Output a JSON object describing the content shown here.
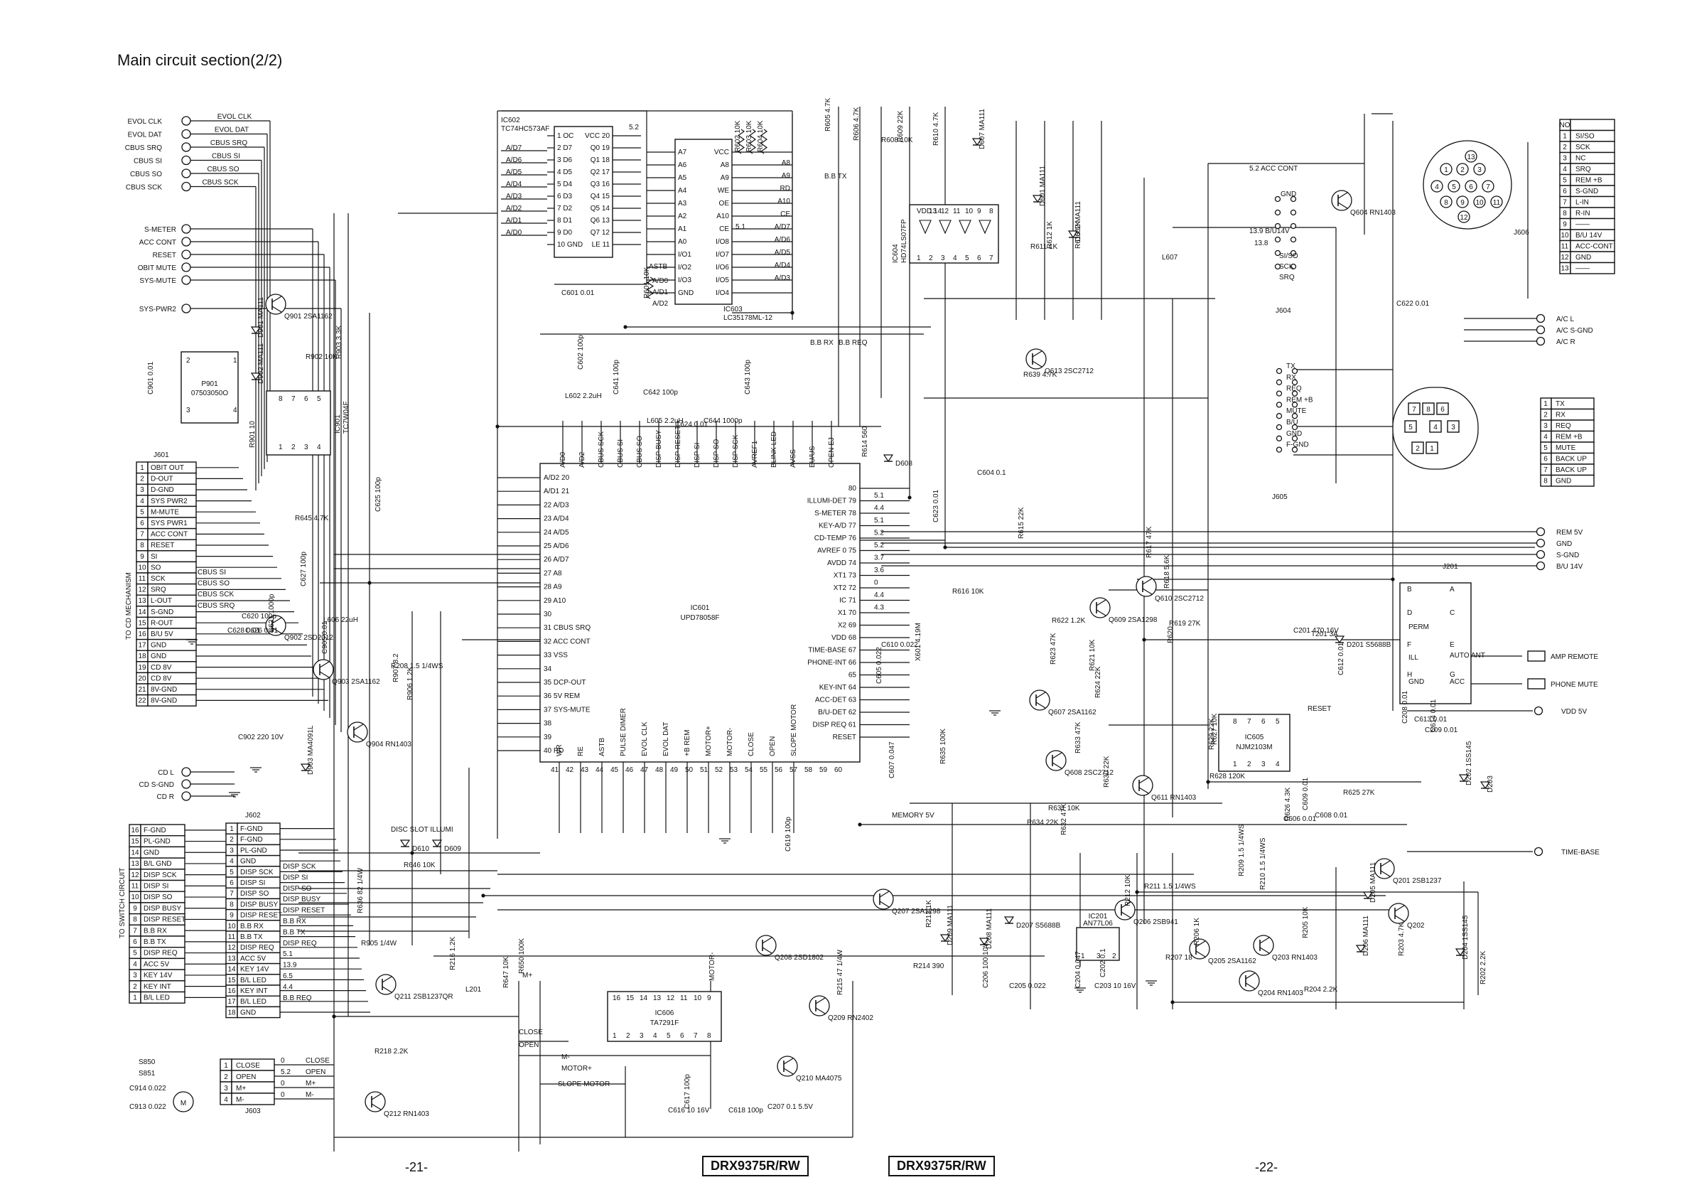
{
  "title": "Main circuit section(2/2)",
  "footer": {
    "page_left": "-21-",
    "page_right": "-22-",
    "model_left": "DRX9375R/RW",
    "model_right": "DRX9375R/RW"
  },
  "top_left_signals": [
    "EVOL CLK",
    "EVOL DAT",
    "CBUS SRQ",
    "CBUS SI",
    "CBUS SO",
    "CBUS SCK"
  ],
  "top_left_wire_labels": [
    "EVOL CLK",
    "EVOL DAT",
    "CBUS SRQ",
    "CBUS SI",
    "CBUS SO",
    "CBUS SCK"
  ],
  "left_signals_2": [
    "S-METER",
    "ACC CONT",
    "RESET",
    "OBIT MUTE",
    "SYS-MUTE",
    "SYS-PWR2"
  ],
  "j601": {
    "name": "J601",
    "side_label": "TO CD MECHANISM",
    "pins": [
      {
        "no": "1",
        "name": "OBIT OUT"
      },
      {
        "no": "2",
        "name": "D-OUT"
      },
      {
        "no": "3",
        "name": "D-GND"
      },
      {
        "no": "4",
        "name": "SYS PWR2"
      },
      {
        "no": "5",
        "name": "M-MUTE"
      },
      {
        "no": "6",
        "name": "SYS PWR1"
      },
      {
        "no": "7",
        "name": "ACC CONT"
      },
      {
        "no": "8",
        "name": "RESET"
      },
      {
        "no": "9",
        "name": "SI"
      },
      {
        "no": "10",
        "name": "SO"
      },
      {
        "no": "11",
        "name": "SCK"
      },
      {
        "no": "12",
        "name": "SRQ"
      },
      {
        "no": "13",
        "name": "L-OUT"
      },
      {
        "no": "14",
        "name": "S-GND"
      },
      {
        "no": "15",
        "name": "R-OUT"
      },
      {
        "no": "16",
        "name": "B/U 5V"
      },
      {
        "no": "17",
        "name": "GND"
      },
      {
        "no": "18",
        "name": "GND"
      },
      {
        "no": "19",
        "name": "CD 8V"
      },
      {
        "no": "20",
        "name": "CD 8V"
      },
      {
        "no": "21",
        "name": "8V-GND"
      },
      {
        "no": "22",
        "name": "8V-GND"
      }
    ],
    "wire_labels": [
      "CBUS SI",
      "CBUS SO",
      "CBUS SCK",
      "CBUS SRQ"
    ],
    "below": [
      "CD L",
      "CD S-GND",
      "CD R"
    ]
  },
  "j602": {
    "name": "J602",
    "side_label": "TO SWITCH CIRCUIT",
    "left_pins": [
      {
        "no": "16",
        "name": "F-GND"
      },
      {
        "no": "15",
        "name": "PL-GND"
      },
      {
        "no": "14",
        "name": "GND"
      },
      {
        "no": "13",
        "name": "B/L GND"
      },
      {
        "no": "12",
        "name": "DISP SCK"
      },
      {
        "no": "11",
        "name": "DISP SI"
      },
      {
        "no": "10",
        "name": "DISP SO"
      },
      {
        "no": "9",
        "name": "DISP BUSY"
      },
      {
        "no": "8",
        "name": "DISP RESET"
      },
      {
        "no": "7",
        "name": "B.B RX"
      },
      {
        "no": "6",
        "name": "B.B TX"
      },
      {
        "no": "5",
        "name": "DISP REQ"
      },
      {
        "no": "4",
        "name": "ACC 5V"
      },
      {
        "no": "3",
        "name": "KEY 14V"
      },
      {
        "no": "2",
        "name": "KEY INT"
      },
      {
        "no": "1",
        "name": "B/L LED"
      }
    ],
    "right_pins": [
      {
        "no": "1",
        "name": "F-GND"
      },
      {
        "no": "2",
        "name": "F-GND"
      },
      {
        "no": "3",
        "name": "PL-GND"
      },
      {
        "no": "4",
        "name": "GND"
      },
      {
        "no": "5",
        "name": "DISP SCK"
      },
      {
        "no": "6",
        "name": "DISP SI"
      },
      {
        "no": "7",
        "name": "DISP SO"
      },
      {
        "no": "8",
        "name": "DISP BUSY"
      },
      {
        "no": "9",
        "name": "DISP RESET"
      },
      {
        "no": "10",
        "name": "B.B RX"
      },
      {
        "no": "11",
        "name": "B.B TX"
      },
      {
        "no": "12",
        "name": "DISP REQ"
      },
      {
        "no": "13",
        "name": "ACC 5V"
      },
      {
        "no": "14",
        "name": "KEY 14V"
      },
      {
        "no": "15",
        "name": "B/L LED"
      },
      {
        "no": "16",
        "name": "KEY INT"
      },
      {
        "no": "17",
        "name": "B/L LED"
      },
      {
        "no": "18",
        "name": "GND"
      }
    ],
    "wire_labels": [
      "DISP SCK",
      "DISP SI",
      "DISP SO",
      "DISP BUSY",
      "DISP RESET",
      "B.B RX",
      "B.B TX",
      "DISP REQ",
      "5.1",
      "13.9",
      "6.5",
      "4.4",
      "B.B REQ"
    ]
  },
  "j603": {
    "name": "J603",
    "pins": [
      {
        "no": "1",
        "name": "CLOSE"
      },
      {
        "no": "2",
        "name": "OPEN"
      },
      {
        "no": "3",
        "name": "M+"
      },
      {
        "no": "4",
        "name": "M-"
      }
    ],
    "wire_labels": [
      "CLOSE",
      "OPEN",
      "M+",
      "M-"
    ],
    "wire_values": [
      "0",
      "5.2",
      "0",
      "0"
    ],
    "switches": [
      "S850",
      "S851"
    ],
    "caps": [
      "C914 0.022",
      "C913 0.022"
    ]
  },
  "ic602": {
    "name": "IC602",
    "part": "TC74HC573AF",
    "left_labels": [
      "A/D7",
      "A/D6",
      "A/D5",
      "A/D4",
      "A/D3",
      "A/D2",
      "A/D1",
      "A/D0"
    ],
    "left_pins": [
      "1 OC",
      "2 D7",
      "3 D6",
      "4 D5",
      "5 D4",
      "6 D3",
      "7 D2",
      "8 D1",
      "9 D0",
      "10 GND"
    ],
    "right_pins": [
      "VCC 20",
      "Q0 19",
      "Q1 18",
      "Q2 17",
      "Q3 16",
      "Q4 15",
      "Q5 14",
      "Q6 13",
      "Q7 12",
      "LE 11"
    ],
    "cap": "C601 0.01"
  },
  "ic603": {
    "name": "IC603",
    "part": "LC35178ML-12",
    "left_pins": [
      "A7",
      "A6",
      "A5",
      "A4",
      "A3",
      "A2",
      "A1",
      "A0",
      "I/O1",
      "I/O2",
      "I/O3",
      "GND"
    ],
    "right_pins": [
      "VCC",
      "A8",
      "A9",
      "WE",
      "OE",
      "A10",
      "CE",
      "I/O8",
      "I/O7",
      "I/O6",
      "I/O5",
      "I/O4"
    ],
    "right_labels": [
      "A8",
      "A9",
      "RD",
      "A10",
      "CE",
      "A/D7",
      "A/D6",
      "A/D5",
      "A/D4",
      "A/D3"
    ],
    "resistors": [
      "R602 10K",
      "R603 10K",
      "R604 10K",
      "R601 10K"
    ],
    "wire_labels": [
      "ASTB",
      "A/D0",
      "A/D1",
      "A/D2",
      "5.1",
      "5.2"
    ]
  },
  "ic601": {
    "name": "IC601",
    "part": "UPD78058F",
    "left_pins": [
      "A/D2 20",
      "A/D1 21",
      "22 A/D3",
      "23 A/D4",
      "24 A/D5",
      "25 A/D6",
      "26 A/D7",
      "27 A8",
      "28 A9",
      "29 A10",
      "30",
      "31 CBUS SRQ",
      "32 ACC CONT",
      "33 VSS",
      "34",
      "35 DCP-OUT",
      "36 5V REM",
      "37 SYS-MUTE",
      "38",
      "39",
      "40 RD"
    ],
    "right_pins": [
      "80",
      "ILLUMI-DET 79",
      "S-METER 78",
      "KEY-A/D 77",
      "CD-TEMP 76",
      "AVREF 0 75",
      "AVDD 74",
      "XT1 73",
      "XT2 72",
      "IC 71",
      "X1 70",
      "X2 69",
      "VDD 68",
      "TIME-BASE 67",
      "PHONE-INT 66",
      "65",
      "KEY-INT 64",
      "ACC-DET 63",
      "B/U-DET 62",
      "DISP REQ 61",
      "RESET"
    ],
    "top_labels": [
      "A/D0",
      "A/D2",
      "CBUS SCK",
      "CBUS SI",
      "CBUS SO",
      "DISP BUSY",
      "DISP RESET",
      "DISP SI",
      "DISP SO",
      "DISP SCK",
      "AVREF1",
      "BLINK LED",
      "AVSS",
      "EU/US",
      "OPEN EJ"
    ],
    "bottom_labels": [
      "WR",
      "RE",
      "ASTB",
      "PULSE DIMER",
      "EVOL CLK",
      "EVOL DAT",
      "+B REM",
      "MOTOR+",
      "MOTOR-",
      "CLOSE",
      "OPEN",
      "SLOPE MOTOR"
    ],
    "right_values": [
      "5.1",
      "4.4",
      "5.1",
      "5.2",
      "5.2",
      "3.7",
      "3.6",
      "0",
      "4.4",
      "4.3"
    ]
  },
  "ic604": {
    "name": "IC604",
    "part": "HD74LS07FP",
    "pins": [
      "VDD 14",
      "13",
      "12",
      "11",
      "10",
      "9",
      "8",
      "1",
      "2",
      "3",
      "4",
      "5",
      "6",
      "7"
    ]
  },
  "ic605": {
    "name": "IC605",
    "part": "NJM2103M",
    "pins": [
      "8",
      "7",
      "6",
      "5",
      "1",
      "2",
      "3",
      "4"
    ],
    "label": "RESET"
  },
  "ic606": {
    "name": "IC606",
    "part": "TA7291F",
    "pins": [
      "16",
      "15",
      "14",
      "13",
      "12",
      "11",
      "10",
      "9",
      "1",
      "2",
      "3",
      "4",
      "5",
      "6",
      "7",
      "8"
    ],
    "wire_labels": [
      "M+",
      "MOTOR-",
      "M-",
      "MOTOR+",
      "SLOPE MOTOR",
      "CLOSE",
      "OPEN"
    ]
  },
  "ic201": {
    "name": "IC201",
    "part": "AN77L06",
    "pins": [
      "1",
      "3",
      "2"
    ]
  },
  "ic901": {
    "name": "IC901",
    "part": "TC7W04F",
    "pins": [
      "8",
      "7",
      "6",
      "5",
      "1",
      "2",
      "3",
      "4"
    ]
  },
  "p901": {
    "name": "P901",
    "part": "07503050O",
    "pins": [
      "2",
      "1",
      "3",
      "4"
    ]
  },
  "q_labels": [
    "Q901 2SA1162",
    "Q902 2SD2012",
    "Q903 2SA1162",
    "Q904 RN1403",
    "Q207 2SA1298",
    "Q208 2SD1802",
    "Q209 RN2402",
    "Q210 MA4075",
    "Q211 2SB1237QR",
    "Q212 RN1403",
    "Q206 2SB941",
    "Q205 2SA1162",
    "Q204 RN1403",
    "Q203 RN1403",
    "Q201 2SB1237",
    "Q202",
    "Q613 2SC2712",
    "Q610 2SC2712",
    "Q609 2SA1298",
    "Q607 2SA1162",
    "Q608 2SC2712",
    "Q611 RN1403",
    "Q604 RN1403"
  ],
  "d_labels": [
    "D901 MA111",
    "D902 MA111",
    "D903 MA4091L",
    "D608",
    "D610",
    "D609",
    "D607 MA111",
    "D601 MA111",
    "D602 MA111",
    "D206 MA111",
    "D207 S5688B",
    "D208 MA111",
    "D209 MA111",
    "D201 S5688B",
    "D202 1SS145",
    "D203",
    "D205 MA111",
    "D204 1SS145"
  ],
  "r_labels": [
    "R902 10K",
    "R903 3.3K",
    "R901 10",
    "R645 4.7K",
    "R605 4.7K",
    "R606 4.7K",
    "R608 10K",
    "R609 22K",
    "R610 4.7K",
    "R611 1K",
    "R612 1K",
    "R613 1K",
    "R639 4.7K",
    "R614 560",
    "R615 22K",
    "R616 10K",
    "R617 47K",
    "R618 5.6K",
    "R619 27K",
    "R620",
    "R621 10K",
    "R622 1.2K",
    "R623 47K",
    "R624 22K",
    "R625 27K",
    "R626 4.3K",
    "R627 10K",
    "R628 120K",
    "R629 22K",
    "R630 22K",
    "R631 10K",
    "R632 47K",
    "R633 47K",
    "R634 22K",
    "R635 100K",
    "R636 82 1/4W",
    "R646 10K",
    "R647 10K",
    "R650 100K",
    "R905 1/4W",
    "R906 1.2K",
    "R907 8.2",
    "R208 1.5 1/4WS",
    "R209 1.5 1/4WS",
    "R210 1.5 1/4WS",
    "R211 1.5 1/4WS",
    "R212 10K",
    "R213 1K",
    "R214 390",
    "R215 47 1/4W",
    "R216 1.2K",
    "R218 2.2K",
    "R202 2.2K",
    "R203 4.7K",
    "R204 2.2K",
    "R205 10K",
    "R206 1K",
    "R207 18"
  ],
  "c_labels": [
    "C602 100p",
    "C604 0.1",
    "C605 0.022",
    "C606 0.01",
    "C607 0.047",
    "C608 0.01",
    "C609 0.01",
    "C610 0.022",
    "C612 0.01",
    "C613 0.01",
    "C614 0.01",
    "C616 10 16V",
    "C617 100p",
    "C618 100p",
    "C619 100p",
    "C620 100p",
    "C621 1000p",
    "C622 0.01",
    "C623 0.01",
    "C624 0.01",
    "C625 100p",
    "C626 0.01",
    "C627 100p",
    "C628 0.01",
    "C641 100p",
    "C642 100p",
    "C643 100p",
    "C644 1000p",
    "C901 0.01",
    "C902 220 10V",
    "C905 0.01",
    "C201 470 16V",
    "C202 0.1",
    "C203 10 16V",
    "C204 0.047",
    "C205 0.022",
    "C206 100 10V",
    "C207 0.1 5.5V",
    "C208 0.01",
    "C209 0.01"
  ],
  "l_labels": [
    "L602 2.2uH",
    "L605 2.2uH",
    "L606 22uH",
    "L607",
    "L201",
    "T201 3A"
  ],
  "xtal_labels": [
    "X601 4.19M"
  ],
  "misc_labels": [
    "DISC SLOT ILLUMI",
    "MEMORY 5V",
    "B.B RX",
    "B.B TX",
    "B.B REQ",
    "5.2 ACC CONT",
    "GND",
    "13.9 B/U14V",
    "13.8",
    "SI/SO",
    "SCK",
    "SRQ"
  ],
  "j604": {
    "name": "J604",
    "labels": [
      "5.2 ACC CONT",
      "GND",
      "13.9 B/U14V",
      "13.8",
      "SI/SO",
      "SCK",
      "SRQ"
    ]
  },
  "j606": {
    "name": "J606",
    "table": [
      {
        "no": "NO",
        "name": ""
      },
      {
        "no": "1",
        "name": "SI/SO"
      },
      {
        "no": "2",
        "name": "SCK"
      },
      {
        "no": "3",
        "name": "NC"
      },
      {
        "no": "4",
        "name": "SRQ"
      },
      {
        "no": "5",
        "name": "REM +B"
      },
      {
        "no": "6",
        "name": "S-GND"
      },
      {
        "no": "7",
        "name": "L-IN"
      },
      {
        "no": "8",
        "name": "R-IN"
      },
      {
        "no": "9",
        "name": "——"
      },
      {
        "no": "10",
        "name": "B/U 14V"
      },
      {
        "no": "11",
        "name": "ACC-CONT"
      },
      {
        "no": "12",
        "name": "GND"
      },
      {
        "no": "13",
        "name": "——"
      }
    ],
    "outputs": [
      "A/C L",
      "A/C S-GND",
      "A/C R"
    ]
  },
  "j605": {
    "name": "J605",
    "labels": [
      "TX",
      "RX",
      "REQ",
      "REM +B",
      "MUTE",
      "B/U",
      "GND",
      "F-GND"
    ],
    "table": [
      {
        "no": "1",
        "name": "TX"
      },
      {
        "no": "2",
        "name": "RX"
      },
      {
        "no": "3",
        "name": "REQ"
      },
      {
        "no": "4",
        "name": "REM +B"
      },
      {
        "no": "5",
        "name": "MUTE"
      },
      {
        "no": "6",
        "name": "BACK UP"
      },
      {
        "no": "7",
        "name": "BACK UP"
      },
      {
        "no": "8",
        "name": "GND"
      }
    ]
  },
  "j201": {
    "name": "J201",
    "labels": [
      "B",
      "A",
      "D",
      "C",
      "PERM",
      "F",
      "E",
      "ILL",
      "AUTO ANT",
      "H",
      "G",
      "GND",
      "ACC"
    ],
    "outputs": [
      "REM 5V",
      "GND",
      "S-GND",
      "B/U 14V"
    ]
  },
  "right_outputs": [
    "AMP REMOTE",
    "PHONE MUTE",
    "VDD 5V",
    "TIME-BASE"
  ],
  "colors": {
    "ink": "#111111",
    "paper": "#ffffff"
  }
}
